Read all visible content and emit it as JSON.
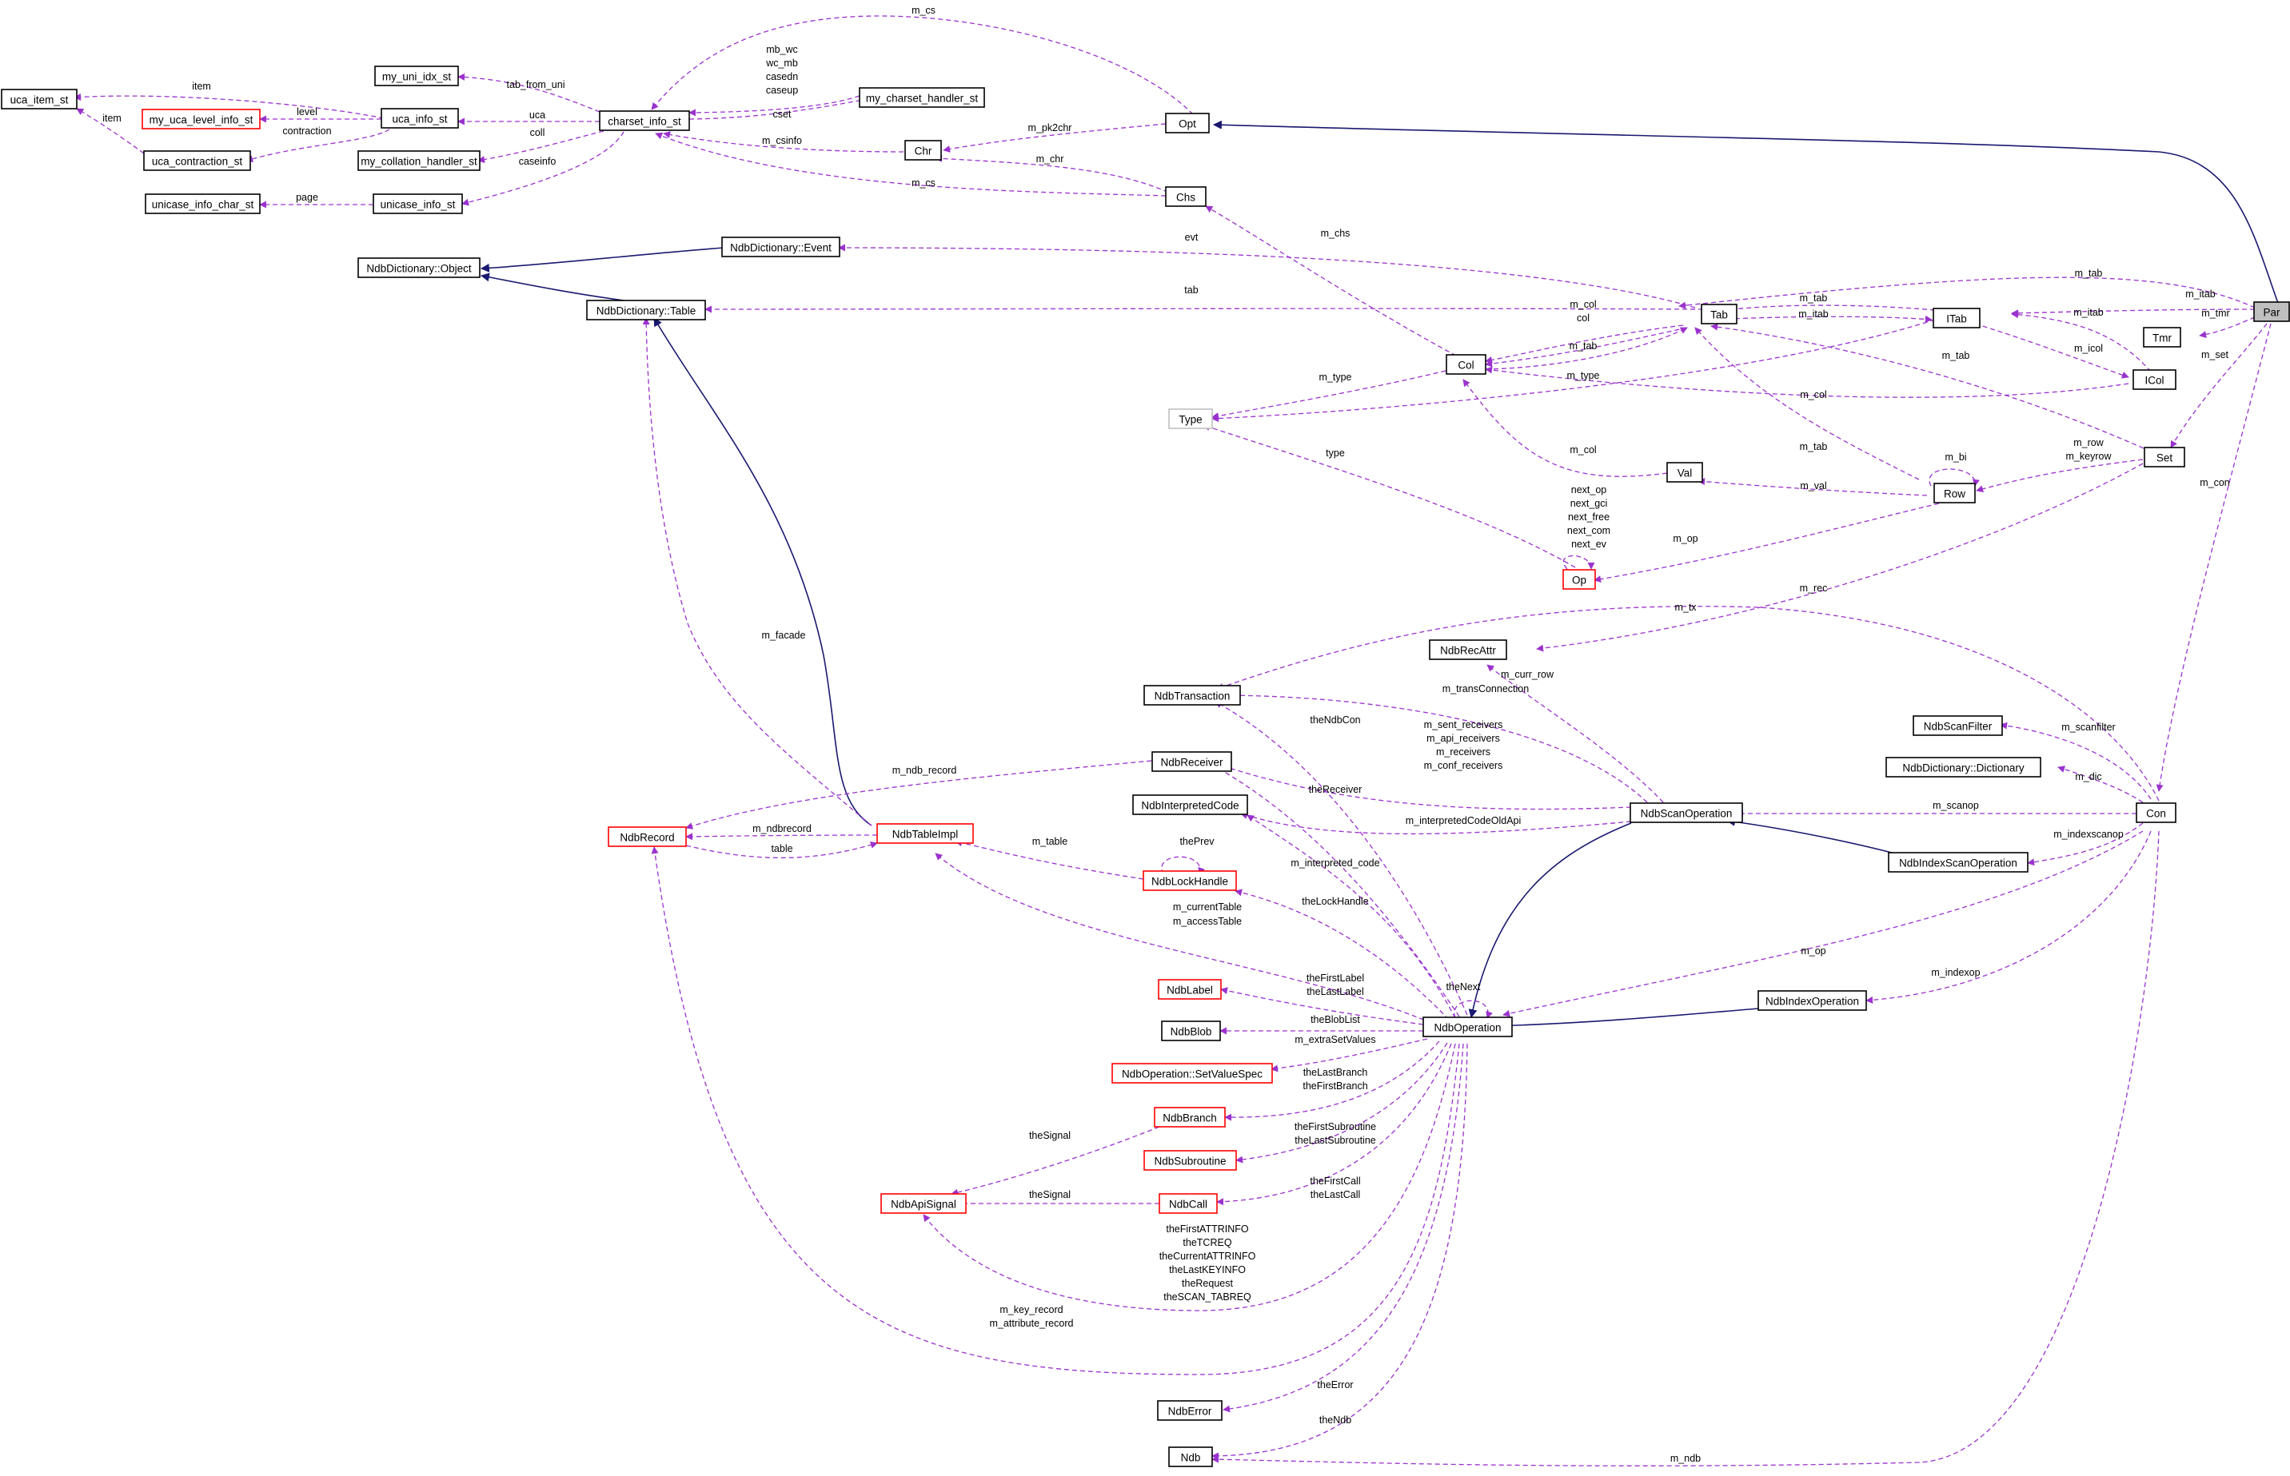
{
  "colors": {
    "usage_edge": "#9a32cd",
    "inheritance_edge": "#191970",
    "node_border": "#000000",
    "node_border_undocumented": "#ff0000",
    "node_border_external": "#bfbfbf",
    "root_fill": "#bfbfbf"
  },
  "nodes": [
    {
      "id": "uca_item_st",
      "label": "uca_item_st"
    },
    {
      "id": "my_uca_level_info_st",
      "label": "my_uca_level_info_st",
      "style": "red"
    },
    {
      "id": "uca_contraction_st",
      "label": "uca_contraction_st"
    },
    {
      "id": "my_uni_idx_st",
      "label": "my_uni_idx_st"
    },
    {
      "id": "uca_info_st",
      "label": "uca_info_st"
    },
    {
      "id": "my_collation_handler_st",
      "label": "my_collation_handler_st"
    },
    {
      "id": "unicase_info_char_st",
      "label": "unicase_info_char_st"
    },
    {
      "id": "unicase_info_st",
      "label": "unicase_info_st"
    },
    {
      "id": "charset_info_st",
      "label": "charset_info_st"
    },
    {
      "id": "my_charset_handler_st",
      "label": "my_charset_handler_st"
    },
    {
      "id": "Chr",
      "label": "Chr"
    },
    {
      "id": "Opt",
      "label": "Opt"
    },
    {
      "id": "Chs",
      "label": "Chs"
    },
    {
      "id": "NdbDictionary_Event",
      "label": "NdbDictionary::Event"
    },
    {
      "id": "NdbDictionary_Object",
      "label": "NdbDictionary::Object"
    },
    {
      "id": "NdbDictionary_Table",
      "label": "NdbDictionary::Table"
    },
    {
      "id": "Tab",
      "label": "Tab"
    },
    {
      "id": "ITab",
      "label": "ITab"
    },
    {
      "id": "Par",
      "label": "Par",
      "style": "root"
    },
    {
      "id": "Tmr",
      "label": "Tmr"
    },
    {
      "id": "ICol",
      "label": "ICol"
    },
    {
      "id": "Col",
      "label": "Col"
    },
    {
      "id": "Type",
      "label": "Type",
      "style": "gray"
    },
    {
      "id": "Set",
      "label": "Set"
    },
    {
      "id": "Val",
      "label": "Val"
    },
    {
      "id": "Row",
      "label": "Row"
    },
    {
      "id": "Op",
      "label": "Op",
      "style": "red"
    },
    {
      "id": "NdbRecAttr",
      "label": "NdbRecAttr"
    },
    {
      "id": "NdbTransaction",
      "label": "NdbTransaction"
    },
    {
      "id": "NdbScanFilter",
      "label": "NdbScanFilter"
    },
    {
      "id": "NdbDictionary_Dictionary",
      "label": "NdbDictionary::Dictionary"
    },
    {
      "id": "NdbReceiver",
      "label": "NdbReceiver"
    },
    {
      "id": "NdbInterpretedCode",
      "label": "NdbInterpretedCode"
    },
    {
      "id": "NdbScanOperation",
      "label": "NdbScanOperation"
    },
    {
      "id": "Con",
      "label": "Con"
    },
    {
      "id": "NdbRecord",
      "label": "NdbRecord",
      "style": "red"
    },
    {
      "id": "NdbTableImpl",
      "label": "NdbTableImpl",
      "style": "red"
    },
    {
      "id": "NdbLockHandle",
      "label": "NdbLockHandle",
      "style": "red"
    },
    {
      "id": "NdbIndexScanOperation",
      "label": "NdbIndexScanOperation"
    },
    {
      "id": "NdbLabel",
      "label": "NdbLabel",
      "style": "red"
    },
    {
      "id": "NdbIndexOperation",
      "label": "NdbIndexOperation"
    },
    {
      "id": "NdbBlob",
      "label": "NdbBlob"
    },
    {
      "id": "NdbOperation",
      "label": "NdbOperation"
    },
    {
      "id": "NdbOperation_SetValueSpec",
      "label": "NdbOperation::SetValueSpec",
      "style": "red"
    },
    {
      "id": "NdbBranch",
      "label": "NdbBranch",
      "style": "red"
    },
    {
      "id": "NdbSubroutine",
      "label": "NdbSubroutine",
      "style": "red"
    },
    {
      "id": "NdbApiSignal",
      "label": "NdbApiSignal",
      "style": "red"
    },
    {
      "id": "NdbCall",
      "label": "NdbCall",
      "style": "red"
    },
    {
      "id": "NdbError",
      "label": "NdbError"
    },
    {
      "id": "Ndb",
      "label": "Ndb"
    }
  ],
  "edge_labels": {
    "item": "item",
    "level": "level",
    "contraction": "contraction",
    "item2": "item",
    "tab_from_uni": "tab_from_uni",
    "uca": "uca",
    "coll": "coll",
    "caseinfo": "caseinfo",
    "page": "page",
    "m_cs_top": "m_cs",
    "cset_lines": [
      "mb_wc",
      "wc_mb",
      "casedn",
      "caseup"
    ],
    "cset": "cset",
    "m_csinfo": "m_csinfo",
    "m_pk2chr": "m_pk2chr",
    "m_chr": "m_chr",
    "m_cs_chs": "m_cs",
    "evt": "evt",
    "tab": "tab",
    "m_chs": "m_chs",
    "m_tab_par": "m_tab",
    "m_itab_par": "m_itab",
    "m_tmr": "m_tmr",
    "m_set": "m_set",
    "m_tab_itab": "m_tab",
    "m_itab_icol": "m_itab",
    "m_itab_itabtab": "m_itab",
    "m_icol": "m_icol",
    "m_col_col": "m_col",
    "col": "col",
    "m_tab_col": "m_tab",
    "m_type_col": "m_type",
    "m_type_itab": "m_type",
    "m_col_icol": "m_col",
    "m_tab_set": "m_tab",
    "m_col_val": "m_col",
    "type": "type",
    "m_tab_row": "m_tab",
    "m_bi": "m_bi",
    "m_row": "m_row",
    "m_keyrow": "m_keyrow",
    "m_val": "m_val",
    "op_self": [
      "next_op",
      "next_gci",
      "next_free",
      "next_com",
      "next_ev"
    ],
    "m_op_row": "m_op",
    "m_con": "m_con",
    "m_rec": "m_rec",
    "m_tx": "m_tx",
    "m_curr_row": "m_curr_row",
    "m_transConnection": "m_transConnection",
    "receivers": [
      "m_sent_receivers",
      "m_api_receivers",
      "m_receivers",
      "m_conf_receivers"
    ],
    "m_scanfilter": "m_scanfilter",
    "m_dic": "m_dic",
    "m_scanop": "m_scanop",
    "m_indexscanop": "m_indexscanop",
    "m_op_con": "m_op",
    "m_indexop": "m_indexop",
    "m_ndb": "m_ndb",
    "m_facade": "m_facade",
    "m_ndb_record": "m_ndb_record",
    "m_ndbrecord": "m_ndbrecord",
    "table": "table",
    "m_table": "m_table",
    "thePrev": "thePrev",
    "theNdbCon": "theNdbCon",
    "theReceiver": "theReceiver",
    "m_interpretedCodeOldApi": "m_interpretedCodeOldApi",
    "m_interpreted_code": "m_interpreted_code",
    "theLockHandle": "theLockHandle",
    "current_access": [
      "m_currentTable",
      "m_accessTable"
    ],
    "label_lines": [
      "theFirstLabel",
      "theLastLabel"
    ],
    "theNext": "theNext",
    "theBlobList": "theBlobList",
    "m_extraSetValues": "m_extraSetValues",
    "branch_lines": [
      "theLastBranch",
      "theFirstBranch"
    ],
    "subroutine_lines": [
      "theFirstSubroutine",
      "theLastSubroutine"
    ],
    "call_lines": [
      "theFirstCall",
      "theLastCall"
    ],
    "theSignal_branch": "theSignal",
    "theSignal_call": "theSignal",
    "signal_lines": [
      "theFirstATTRINFO",
      "theTCREQ",
      "theCurrentATTRINFO",
      "theLastKEYINFO",
      "theRequest",
      "theSCAN_TABREQ"
    ],
    "record_lines": [
      "m_key_record",
      "m_attribute_record"
    ],
    "theError": "theError",
    "theNdb": "theNdb"
  }
}
